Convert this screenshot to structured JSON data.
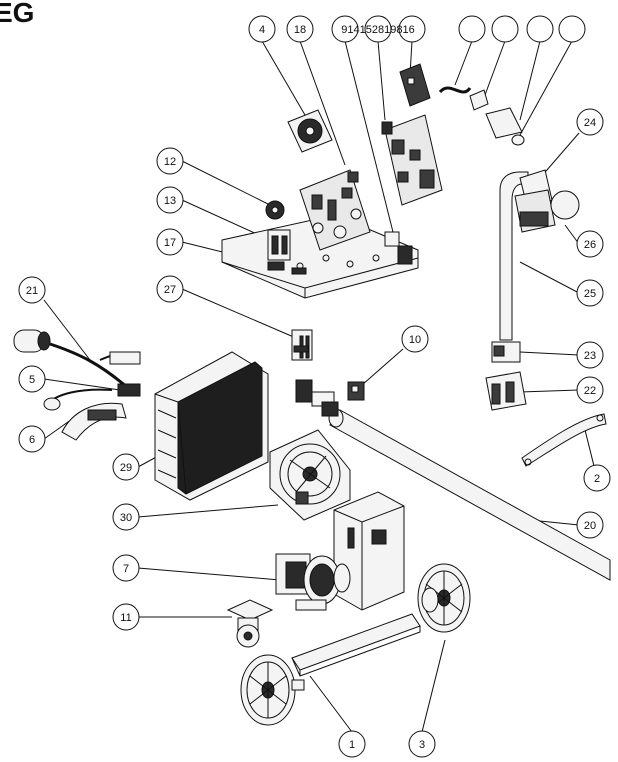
{
  "header": {
    "fragment": "EG"
  },
  "colors": {
    "ink": "#111111",
    "part_fill": "#f4f4f4",
    "dark": "#2a2a2a",
    "board": "#3b3b3b"
  },
  "callouts": [
    {
      "id": "4",
      "label": "4"
    },
    {
      "id": "18",
      "label": "18"
    },
    {
      "id": "top_group",
      "label": "914152819816"
    },
    {
      "id": "blank_1",
      "label": ""
    },
    {
      "id": "blank_2",
      "label": ""
    },
    {
      "id": "blank_3",
      "label": ""
    },
    {
      "id": "blank_4",
      "label": ""
    },
    {
      "id": "12",
      "label": "12"
    },
    {
      "id": "13",
      "label": "13"
    },
    {
      "id": "17",
      "label": "17"
    },
    {
      "id": "27",
      "label": "27"
    },
    {
      "id": "10",
      "label": "10"
    },
    {
      "id": "21",
      "label": "21"
    },
    {
      "id": "5",
      "label": "5"
    },
    {
      "id": "6",
      "label": "6"
    },
    {
      "id": "29",
      "label": "29"
    },
    {
      "id": "30",
      "label": "30"
    },
    {
      "id": "7",
      "label": "7"
    },
    {
      "id": "11",
      "label": "11"
    },
    {
      "id": "24",
      "label": "24"
    },
    {
      "id": "26",
      "label": "26"
    },
    {
      "id": "25",
      "label": "25"
    },
    {
      "id": "23",
      "label": "23"
    },
    {
      "id": "22",
      "label": "22"
    },
    {
      "id": "2",
      "label": "2"
    },
    {
      "id": "20",
      "label": "20"
    },
    {
      "id": "1",
      "label": "1"
    },
    {
      "id": "3",
      "label": "3"
    }
  ]
}
